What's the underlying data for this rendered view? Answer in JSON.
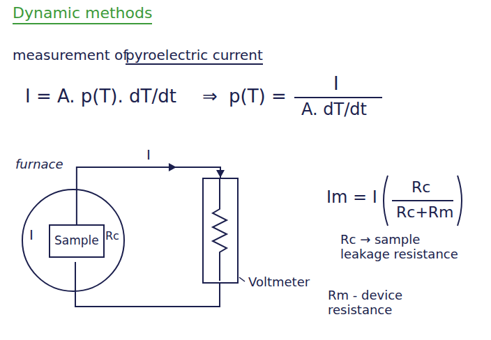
{
  "diagram": {
    "title": "Dynamic methods",
    "nodes": [
      {
        "text": [
          "furnace"
        ]
      },
      {
        "text": [
          "Sample"
        ],
        "in": 0
      },
      {
        "text": [
          "Voltmeter"
        ]
      }
    ],
    "edges": [
      {
        "from": 1,
        "to": 2,
        "label": "I",
        "arrow": "to"
      }
    ],
    "labels": [
      "measurement of",
      "pyroelectric current",
      "I = A. p(T). dT/dt",
      "⇒",
      "p(T) =",
      "I",
      "A. dT/dt",
      "I",
      "Rc",
      "Im = I",
      "Rc",
      "Rc+Rm",
      "Rc → sample leakage resistance",
      "Rm - device resistance"
    ]
  }
}
